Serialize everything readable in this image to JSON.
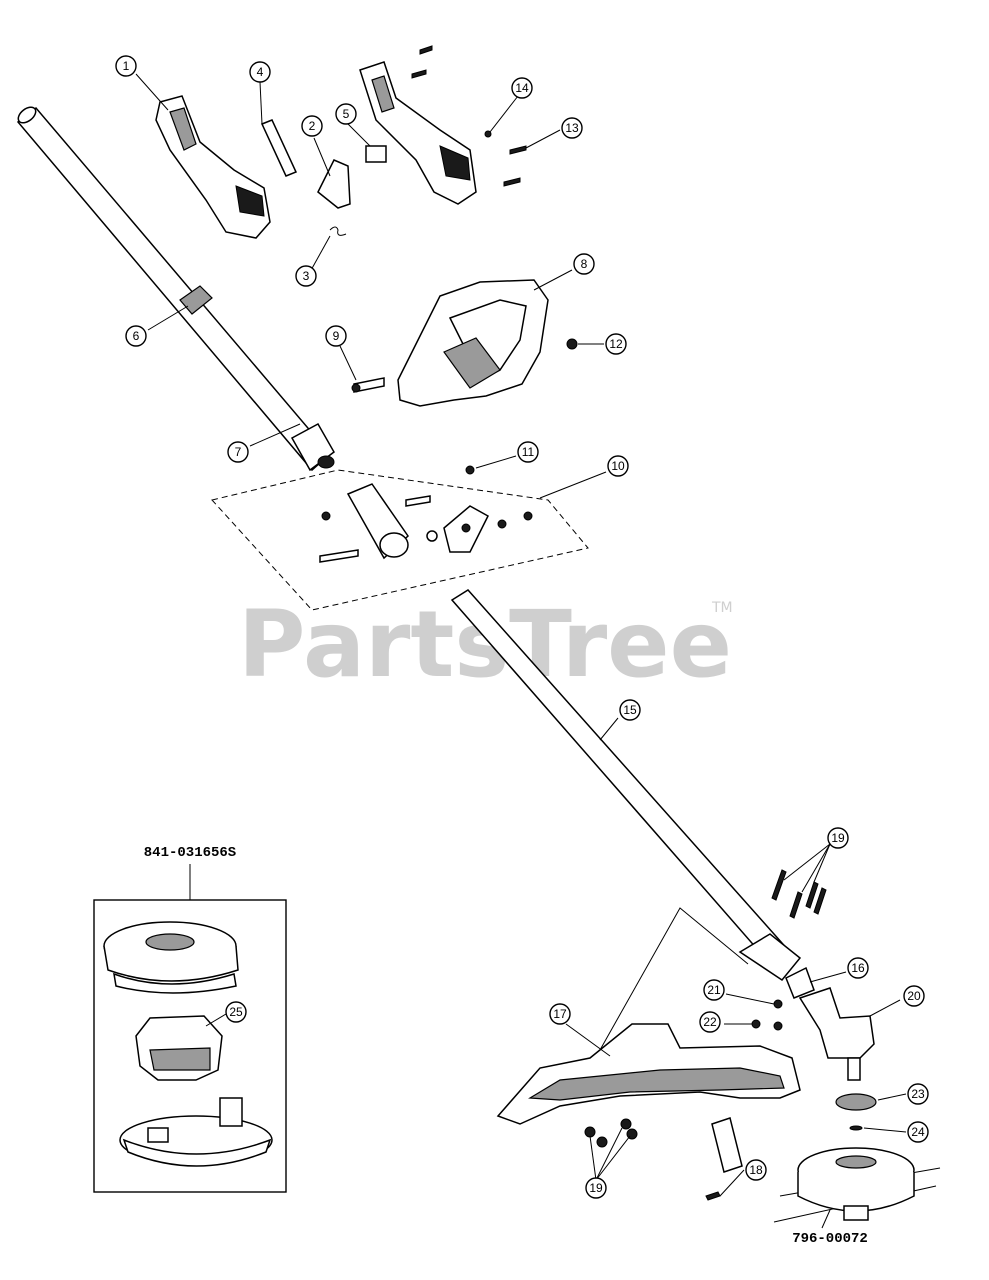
{
  "watermark": {
    "text": "PartsTree",
    "trademark": "TM"
  },
  "kit_labels": {
    "cutting_head_kit": "841-031656S",
    "spool_assembly": "796-00072"
  },
  "callouts": [
    {
      "id": "c1",
      "label": "1"
    },
    {
      "id": "c2",
      "label": "2"
    },
    {
      "id": "c3",
      "label": "3"
    },
    {
      "id": "c4",
      "label": "4"
    },
    {
      "id": "c5",
      "label": "5"
    },
    {
      "id": "c6",
      "label": "6"
    },
    {
      "id": "c7",
      "label": "7"
    },
    {
      "id": "c8",
      "label": "8"
    },
    {
      "id": "c9",
      "label": "9"
    },
    {
      "id": "c10",
      "label": "10"
    },
    {
      "id": "c11",
      "label": "11"
    },
    {
      "id": "c12",
      "label": "12"
    },
    {
      "id": "c13",
      "label": "13"
    },
    {
      "id": "c14",
      "label": "14"
    },
    {
      "id": "c15",
      "label": "15"
    },
    {
      "id": "c16",
      "label": "16"
    },
    {
      "id": "c17",
      "label": "17"
    },
    {
      "id": "c18",
      "label": "18"
    },
    {
      "id": "c19a",
      "label": "19"
    },
    {
      "id": "c19b",
      "label": "19"
    },
    {
      "id": "c20",
      "label": "20"
    },
    {
      "id": "c21",
      "label": "21"
    },
    {
      "id": "c22",
      "label": "22"
    },
    {
      "id": "c23",
      "label": "23"
    },
    {
      "id": "c24",
      "label": "24"
    },
    {
      "id": "c25",
      "label": "25"
    }
  ]
}
